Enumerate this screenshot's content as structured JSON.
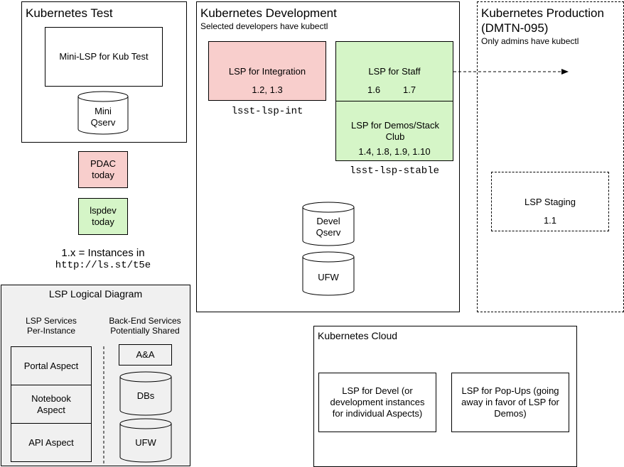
{
  "test": {
    "title": "Kubernetes Test",
    "mini_lsp": "Mini-LSP for Kub Test",
    "mini_qserv": [
      "Mini",
      "Qserv"
    ]
  },
  "legend": {
    "pdac": [
      "PDAC",
      "today"
    ],
    "lspdev": [
      "lspdev",
      "today"
    ],
    "instances_note": "1.x = Instances in",
    "instances_link": "http://ls.st/t5e"
  },
  "dev": {
    "title": "Kubernetes Development",
    "subtitle": "Selected developers have kubectl",
    "integration": {
      "label": "LSP for Integration",
      "versions": "1.2, 1.3",
      "cluster": "lsst-lsp-int"
    },
    "staff": {
      "label": "LSP for Staff",
      "v1": "1.6",
      "v2": "1.7"
    },
    "demos": {
      "label": "LSP for Demos/Stack Club",
      "versions": "1.4, 1.8, 1.9, 1.10",
      "cluster": "lsst-lsp-stable"
    },
    "devel_qserv": [
      "Devel",
      "Qserv"
    ],
    "ufw": "UFW"
  },
  "prod": {
    "title_line1": "Kubernetes Production",
    "title_line2": "(DMTN-095)",
    "subtitle": "Only admins have kubectl",
    "staging": {
      "label": "LSP Staging",
      "version": "1.1"
    }
  },
  "logical": {
    "title": "LSP Logical Diagram",
    "left_header": [
      "LSP Services",
      "Per-Instance"
    ],
    "right_header": [
      "Back-End Services",
      "Potentially Shared"
    ],
    "portal": "Portal Aspect",
    "notebook": [
      "Notebook",
      "Aspect"
    ],
    "api": "API Aspect",
    "aa": "A&A",
    "dbs": "DBs",
    "ufw": "UFW"
  },
  "cloud": {
    "title": "Kubernetes Cloud",
    "devel": "LSP for Devel (or development instances for individual Aspects)",
    "popups": "LSP for Pop-Ups (going away in favor of LSP for Demos)"
  },
  "colors": {
    "pink": "#f8cecc",
    "green": "#d5f5c7",
    "grey": "#f0f0f0"
  }
}
